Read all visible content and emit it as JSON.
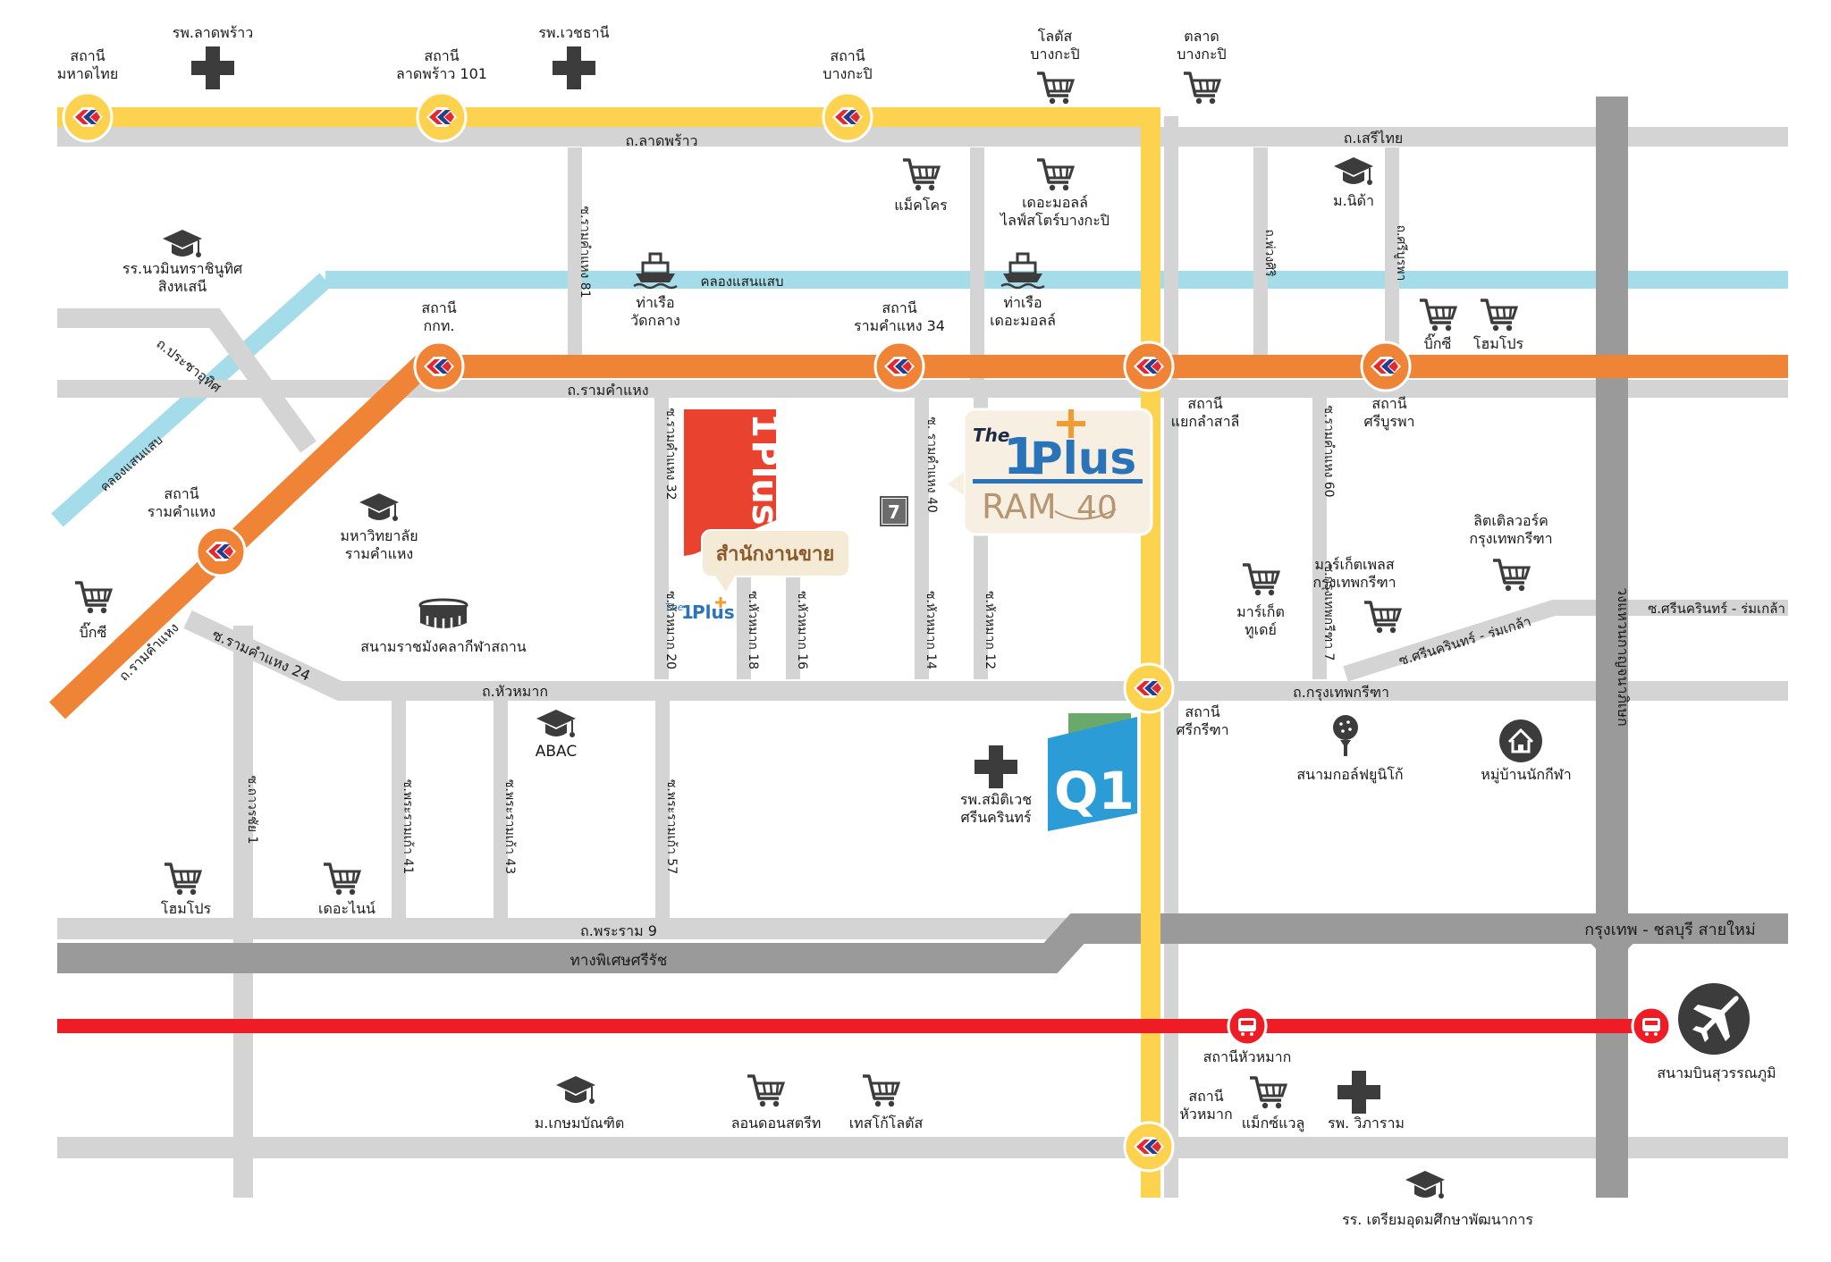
{
  "colors": {
    "road": "#d4d4d4",
    "expressway": "#9a9a9a",
    "canal": "#a5dcea",
    "yellow_line": "#fdd24f",
    "orange_line": "#ef8436",
    "red_line": "#ee1c25",
    "brand_blue": "#2a73b8",
    "brand_red": "#e9432f"
  },
  "roads": {
    "lat_phrao": "ถ.ลาดพร้าว",
    "seri_thai": "ถ.เสรีไทย",
    "khlong_saen_saep": "คลองแสนแสบ",
    "khlong_saen_saep_diag": "คลองแสนแสบ",
    "pracha_uthit": "ถ.ประชาอุทิศ",
    "ramkhamhaeng": "ถ.รามคำแหง",
    "ramkhamhaeng_diag": "ถ.รามคำแหง",
    "soi_ram_24": "ซ.รามคำแหง 24",
    "hua_mak": "ถ.หัวหมาก",
    "krungthep_kreetha": "ถ.กรุงเทพกรีฑา",
    "rama9": "ถ.พระราม 9",
    "srirat_expressway": "ทางพิเศษศรีรัช",
    "bangkok_chonburi": "กรุงเทพ - ชลบุรี สายใหม่",
    "kanchanaphisek": "วงแหวนกาญจนาภิเษก",
    "srinakharin_romklao": "ซ.ศรีนครินทร์ - ร่มเกล้า",
    "srinakharin_romklao_diag": "ซ.ศรีนครินทร์ - ร่มเกล้า",
    "soi_ram_81": "ซ.รามคำแหง 81",
    "soi_ram_32": "ซ.รามคำแหง 32",
    "soi_ram_40": "ซ. รามคำแหง 40",
    "soi_huamak_20": "ซ.หัวหมาก 20",
    "soi_huamak_18": "ซ.หัวหมาก 18",
    "soi_huamak_16": "ซ.หัวหมาก 16",
    "soi_huamak_14": "ซ.หัวหมาก 14",
    "soi_huamak_12": "ซ.หัวหมาก 12",
    "phuangsri": "ถ.พ่วงศิริ",
    "sriburapha": "ถ.ศรีบูรพา",
    "soi_ram_60": "ซ.รามคำแหง 60",
    "soi_kreetha_7": "ซ.กรุงเทพกรีฑา 7",
    "soi_thawonchai_1": "ซ.ถาวรชัย 1",
    "soi_rama9_41": "ซ.พระรามเก้า 41",
    "soi_rama9_43": "ซ.พระรามเก้า 43",
    "soi_rama9_57": "ซ.พระรามเก้า 57"
  },
  "stations": {
    "mahatthai": "สถานี\nมหาดไทย",
    "latphrao101": "สถานี\nลาดพร้าว 101",
    "bangkapi": "สถานี\nบางกะปิ",
    "kortortor": "สถานี\nกกท.",
    "ram34": "สถานี\nรามคำแหง 34",
    "ramkhamhaeng": "สถานี\nรามคำแหง",
    "yaek_lam_sali": "สถานี\nแยกลำสาลี",
    "sriburapha": "สถานี\nศรีบูรพา",
    "srikreetha": "สถานี\nศรีกรีฑา",
    "huamak_arl": "สถานีหัวหมาก",
    "huamak_yellow": "สถานี\nหัวหมาก"
  },
  "places": {
    "lat_phrao_hospital": "รพ.ลาดพร้าว",
    "vejthani_hospital": "รพ.เวชธานี",
    "lotus_bangkapi": "โลตัส\nบางกะปิ",
    "bangkapi_market": "ตลาด\nบางกะปิ",
    "makro": "แม็คโคร",
    "the_mall": "เดอะมอลล์\nไลฟ์สโตร์บางกะปิ",
    "nida": "ม.นิด้า",
    "nawamin_school": "รร.นวมินทราชินูทิศ\nสิงหเสนี",
    "wat_klang_pier": "ท่าเรือ\nวัดกลาง",
    "the_mall_pier": "ท่าเรือ\nเดอะมอลล์",
    "bigc_sriburapha": "บิ๊กซี",
    "homepro_sriburapha": "โฮมโปร",
    "ramkhamhaeng_univ": "มหาวิทยาลัย\nรามคำแหง",
    "bigc_left": "บิ๊กซี",
    "rajamangala": "สนามราชมังคลากีฬาสถาน",
    "abac": "ABAC",
    "samitivej": "รพ.สมิติเวช\nศรีนครินทร์",
    "market_place": "มาร์เก็ต\nทูเดย์",
    "marketplace_kreetha": "มาร์เก็ตเพลส\nกรุงเทพกรีฑา",
    "little_walk": "ลิตเติลวอร์ค\nกรุงเทพกรีฑา",
    "golf": "สนามกอล์ฟยูนิโก้",
    "athlete_village": "หมู่บ้านนักกีฬา",
    "homepro_rama9": "โฮมโปร",
    "the_nine": "เดอะไนน์",
    "kasem_bundit": "ม.เกษมบัณฑิต",
    "london_street": "ลอนดอนสตรีท",
    "tesco_lotus": "เทสโก้โลตัส",
    "max_value": "แม็กซ์แวลู",
    "vibharam": "รพ. วิภาราม",
    "triam_udom": "รร. เตรียมอุดมศึกษาพัฒนาการ",
    "suvarnabhumi": "สนามบินสุวรรณภูมิ",
    "seven_eleven": "7"
  },
  "project": {
    "the": "The",
    "one": "1",
    "plus": "Plus",
    "ram": "RAM",
    "num": "40",
    "sales_office": "สำนักงานขาย",
    "q1": "Q1"
  },
  "icon_names": [
    "metro-station-icon",
    "hospital-icon",
    "cart-icon",
    "graduation-cap-icon",
    "boat-icon",
    "stadium-icon",
    "golf-icon",
    "house-icon",
    "airplane-icon",
    "airport-link-icon",
    "seven-eleven-icon"
  ]
}
